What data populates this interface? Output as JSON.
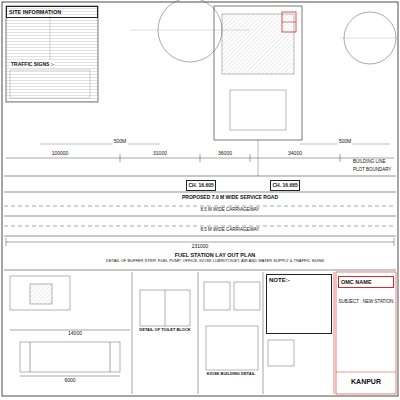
{
  "diagram": {
    "nodes": [
      {
        "text": [
          "SITE INFORMATION"
        ]
      },
      {
        "text": [
          "CH. 16.605"
        ]
      },
      {
        "text": [
          "CH. 16.665"
        ]
      },
      {
        "text": [
          "NOTE:-"
        ]
      },
      {
        "text": [
          "OMC NAME"
        ]
      }
    ],
    "labels": [
      "TRAFFIC SIGNS :-",
      "500M",
      "500M",
      "100000",
      "31000",
      "36000",
      "34000",
      "BUILDING LINE",
      "PLOT BOUNDARY",
      "PROPOSED 7.0 M WIDE SERVICE ROAD",
      "8.5 M WIDE CARRIAGEWAY",
      "8.5 M WIDE CARRIAGEWAY",
      "231000",
      "FUEL STATION LAY OUT PLAN",
      "DETAIL OF BUFFER STRIP, FUEL PUMP, OFFICE, KIOSK LUBRI/TOILET, AIR AND WATER SUPPLY & TRAFFIC SIGNS",
      "14000",
      "6000",
      "DETAIL OF TOILET BLOCK",
      "KIOSK BUILDING DETAIL",
      "SUBJECT : NEW STATION",
      "KANPUR"
    ]
  }
}
